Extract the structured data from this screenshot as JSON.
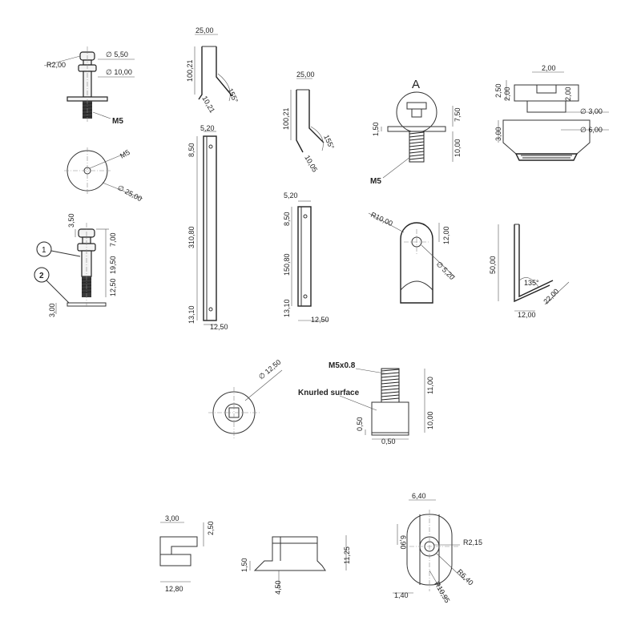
{
  "views": {
    "pin_front": {
      "r_fillet": "R2,00",
      "dia_head": "∅ 5,50",
      "dia_shank": "∅ 10,00",
      "thread": "M5"
    },
    "pin_top": {
      "thread": "M5",
      "dia_plate": "∅ 25,00"
    },
    "pin_assembly": {
      "d_3_50": "3,50",
      "d_7_00": "7,00",
      "d_19_50": "19,50",
      "d_12_50": "12,50",
      "d_3_00": "3,00",
      "balloon_1": "1",
      "balloon_2": "2"
    },
    "bracket_top1": {
      "width": "25,00",
      "height": "100,21",
      "angle": "155°",
      "lip": "10,21"
    },
    "bracket_top2": {
      "width": "25,00",
      "height": "100,21",
      "angle": "155°",
      "lip": "10,05"
    },
    "long_bar": {
      "w": "5,20",
      "d_8_50": "8,50",
      "length": "310,80",
      "d_13_10": "13,10",
      "bottom": "12,50"
    },
    "short_bar": {
      "w": "5,20",
      "d_8_50": "8,50",
      "length": "150,80",
      "d_13_10": "13,10",
      "bottom": "12,50"
    },
    "knob_screw": {
      "label": "A",
      "d_7_50": "7,50",
      "d_1_50": "1,50",
      "d_10_00": "10,00",
      "thread": "M5"
    },
    "knob_detail": {
      "top": "2,00",
      "d_2_50": "2,50",
      "d_2_00a": "2,00",
      "d_2_00b": "2,00",
      "dia3": "∅ 3,00",
      "d_3_00": "3,00",
      "dia6": "∅ 6,00"
    },
    "hook": {
      "radius": "R10,00",
      "d_12_00": "12,00",
      "dia": "∅ 5,20"
    },
    "angle_bracket": {
      "height": "50,00",
      "angle": "135°",
      "base": "12,00",
      "leg": "22,00"
    },
    "nut_top": {
      "dia": "∅ 12,50"
    },
    "knurled": {
      "thread": "M5x0.8",
      "surface": "Knurled surface",
      "d_11_00": "11,00",
      "d_10_00": "10,00",
      "d_0_50a": "0,50",
      "d_0_50b": "0,50"
    },
    "clip_side": {
      "d_3_00": "3,00",
      "d_2_50": "2,50",
      "d_12_80": "12,80"
    },
    "clip_front": {
      "d_11_25": "11,25",
      "d_1_50": "1,50",
      "d_4_50": "4,50"
    },
    "clip_top": {
      "d_6_40": "6,40",
      "d_6_90": "6,90",
      "r215": "R2,15",
      "r640": "R6,40",
      "r1095": "R10,95",
      "d_1_40": "1,40"
    }
  }
}
